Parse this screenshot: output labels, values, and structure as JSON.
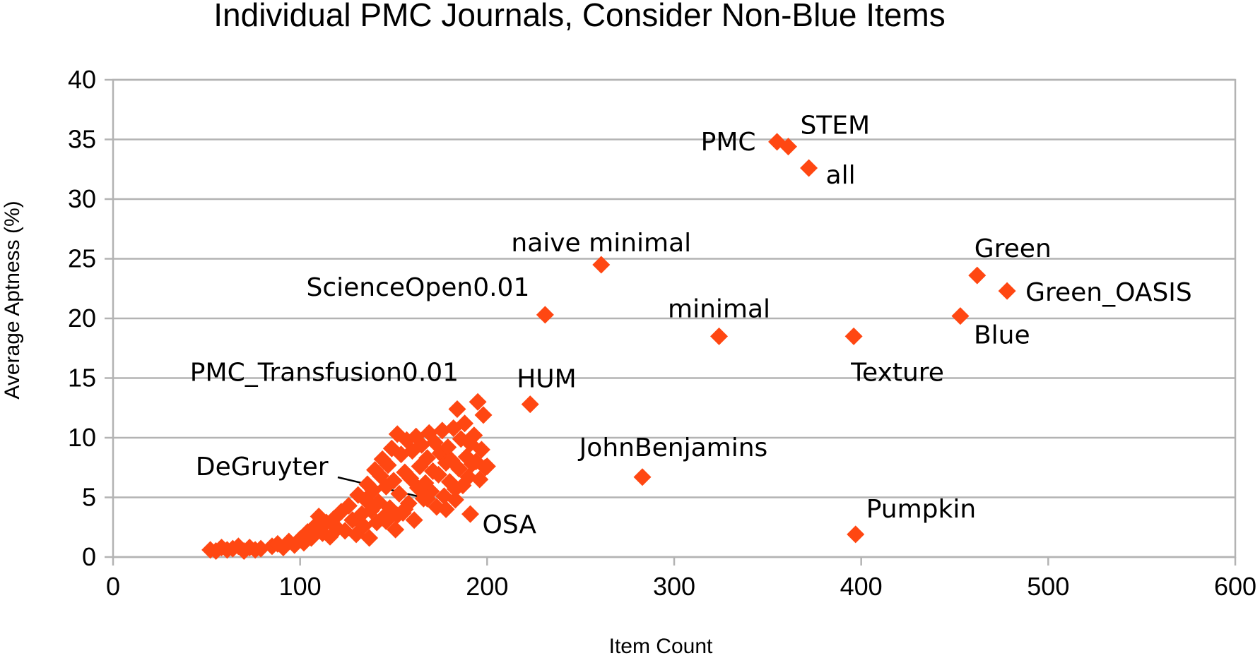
{
  "chart_data": {
    "type": "scatter",
    "title": "Individual PMC Journals, Consider Non-Blue Items",
    "xlabel": "Item Count",
    "ylabel": "Average Aptness (%)",
    "xlim": [
      0,
      600
    ],
    "ylim": [
      0,
      40
    ],
    "x_ticks": [
      0,
      100,
      200,
      300,
      400,
      500,
      600
    ],
    "y_ticks": [
      0,
      5,
      10,
      15,
      20,
      25,
      30,
      35,
      40
    ],
    "grid": "horizontal",
    "marker": "diamond",
    "marker_color": "#ff4712",
    "labeled_points": [
      {
        "label": "PMC",
        "x": 355,
        "y": 34.8
      },
      {
        "label": "STEM",
        "x": 361,
        "y": 34.4
      },
      {
        "label": "all",
        "x": 372,
        "y": 32.6
      },
      {
        "label": "naive minimal",
        "x": 261,
        "y": 24.5
      },
      {
        "label": "ScienceOpen0.01",
        "x": 231,
        "y": 20.3
      },
      {
        "label": "minimal",
        "x": 324,
        "y": 18.5
      },
      {
        "label": "Texture",
        "x": 396,
        "y": 18.5
      },
      {
        "label": "Green",
        "x": 462,
        "y": 23.6
      },
      {
        "label": "Green_OASIS",
        "x": 478,
        "y": 22.3
      },
      {
        "label": "Blue",
        "x": 453,
        "y": 20.2
      },
      {
        "label": "HUM",
        "x": 223,
        "y": 12.8
      },
      {
        "label": "JohnBenjamins",
        "x": 283,
        "y": 6.7
      },
      {
        "label": "Pumpkin",
        "x": 397,
        "y": 1.9
      },
      {
        "label": "OSA",
        "x": 191,
        "y": 3.6
      },
      {
        "label": "PMC_Transfusion0.01",
        "x": 195,
        "y": 13.0
      },
      {
        "label": "DeGruyter",
        "x": 168,
        "y": 4.9
      }
    ],
    "cluster_points": [
      [
        52,
        0.6
      ],
      [
        55,
        0.5
      ],
      [
        58,
        0.8
      ],
      [
        61,
        0.6
      ],
      [
        64,
        0.7
      ],
      [
        67,
        0.9
      ],
      [
        70,
        0.5
      ],
      [
        73,
        0.8
      ],
      [
        76,
        0.6
      ],
      [
        79,
        0.7
      ],
      [
        85,
        0.9
      ],
      [
        88,
        1.1
      ],
      [
        91,
        0.8
      ],
      [
        94,
        1.3
      ],
      [
        97,
        1.0
      ],
      [
        100,
        1.5
      ],
      [
        102,
        1.2
      ],
      [
        104,
        2.1
      ],
      [
        106,
        1.6
      ],
      [
        108,
        2.6
      ],
      [
        110,
        3.4
      ],
      [
        112,
        2.0
      ],
      [
        114,
        2.9
      ],
      [
        116,
        1.7
      ],
      [
        118,
        3.2
      ],
      [
        120,
        2.4
      ],
      [
        122,
        3.8
      ],
      [
        124,
        2.2
      ],
      [
        126,
        4.3
      ],
      [
        128,
        3.1
      ],
      [
        130,
        1.9
      ],
      [
        131,
        5.2
      ],
      [
        133,
        3.6
      ],
      [
        134,
        2.6
      ],
      [
        135,
        4.8
      ],
      [
        136,
        6.1
      ],
      [
        137,
        1.6
      ],
      [
        138,
        3.9
      ],
      [
        139,
        5.6
      ],
      [
        140,
        7.3
      ],
      [
        141,
        2.9
      ],
      [
        142,
        4.6
      ],
      [
        143,
        6.8
      ],
      [
        144,
        8.2
      ],
      [
        145,
        3.4
      ],
      [
        146,
        5.9
      ],
      [
        147,
        7.7
      ],
      [
        148,
        4.1
      ],
      [
        149,
        9.1
      ],
      [
        150,
        6.4
      ],
      [
        151,
        2.3
      ],
      [
        152,
        10.3
      ],
      [
        153,
        5.3
      ],
      [
        154,
        8.6
      ],
      [
        155,
        3.7
      ],
      [
        156,
        7.1
      ],
      [
        157,
        9.8
      ],
      [
        158,
        4.5
      ],
      [
        159,
        6.6
      ],
      [
        160,
        8.9
      ],
      [
        161,
        3.1
      ],
      [
        162,
        10.1
      ],
      [
        163,
        5.8
      ],
      [
        164,
        7.6
      ],
      [
        165,
        9.4
      ],
      [
        166,
        4.9
      ],
      [
        167,
        6.2
      ],
      [
        168,
        8.3
      ],
      [
        169,
        10.4
      ],
      [
        170,
        5.5
      ],
      [
        171,
        7.2
      ],
      [
        172,
        9.6
      ],
      [
        173,
        4.2
      ],
      [
        174,
        6.9
      ],
      [
        175,
        8.7
      ],
      [
        176,
        10.6
      ],
      [
        177,
        5.1
      ],
      [
        178,
        7.9
      ],
      [
        179,
        9.2
      ],
      [
        180,
        6.3
      ],
      [
        181,
        8.1
      ],
      [
        182,
        10.8
      ],
      [
        183,
        5.7
      ],
      [
        184,
        12.4
      ],
      [
        185,
        7.4
      ],
      [
        186,
        9.9
      ],
      [
        187,
        6.0
      ],
      [
        188,
        11.2
      ],
      [
        189,
        8.4
      ],
      [
        190,
        6.7
      ],
      [
        191,
        9.5
      ],
      [
        192,
        7.8
      ],
      [
        193,
        10.2
      ],
      [
        194,
        8.0
      ],
      [
        196,
        6.5
      ],
      [
        197,
        9.0
      ],
      [
        198,
        11.9
      ],
      [
        199,
        7.5
      ],
      [
        200,
        7.6
      ],
      [
        178,
        4.0
      ],
      [
        183,
        4.8
      ],
      [
        156,
        4.0
      ],
      [
        146,
        3.0
      ],
      [
        152,
        3.5
      ]
    ]
  }
}
